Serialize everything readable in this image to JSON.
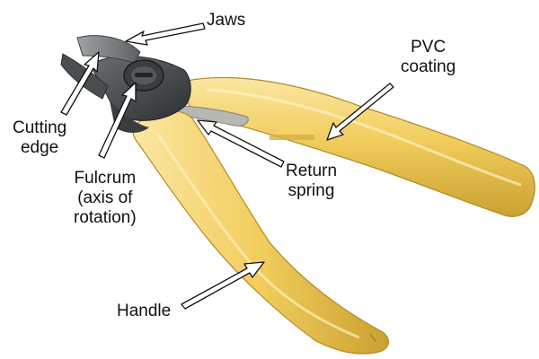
{
  "diagram": {
    "subject": "side cutter pliers",
    "colors": {
      "handle": "#f2cd5c",
      "handle_shadow": "#c9a131",
      "handle_highlight": "#fbe7a3",
      "jaw_metal": "#4f5356",
      "jaw_dark": "#2c2f31",
      "blade": "#8b8f90",
      "spring": "#b7b7b3",
      "arrow_fill": "#ffffff",
      "arrow_stroke": "#111111",
      "text": "#111111"
    },
    "labels": {
      "jaws": "Jaws",
      "pvc_coating": "PVC\ncoating",
      "cutting_edge": "Cutting\nedge",
      "fulcrum": "Fulcrum\n(axis of\nrotation)",
      "return_spring": "Return\nspring",
      "handle": "Handle"
    }
  }
}
